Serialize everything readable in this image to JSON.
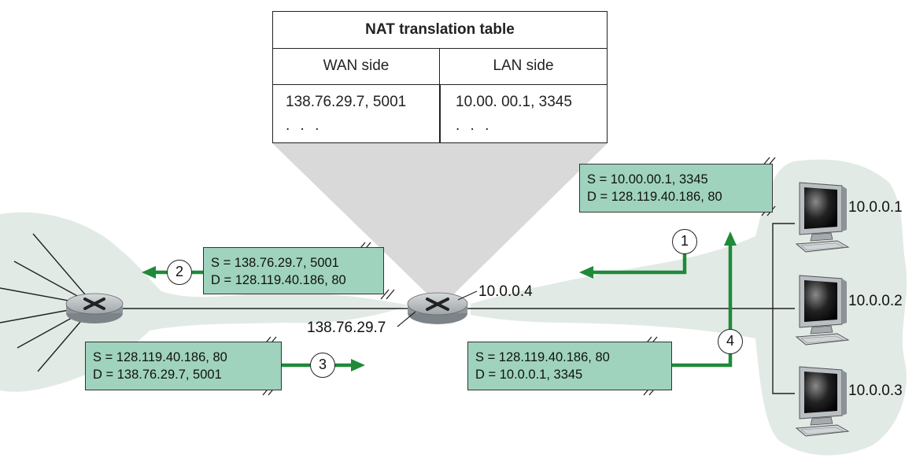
{
  "nat_table": {
    "title": "NAT translation table",
    "wan_header": "WAN side",
    "lan_header": "LAN side",
    "rows": [
      {
        "wan": "138.76.29.7, 5001",
        "lan": "10.00. 00.1, 3345"
      },
      {
        "wan": ". . .",
        "lan": ". . ."
      }
    ]
  },
  "packets": {
    "p1": {
      "src": "S = 10.00.00.1, 3345",
      "dst": "D = 128.119.40.186, 80"
    },
    "p2": {
      "src": "S = 138.76.29.7, 5001",
      "dst": "D = 128.119.40.186, 80"
    },
    "p3": {
      "src": "S = 128.119.40.186, 80",
      "dst": "D = 138.76.29.7, 5001"
    },
    "p4": {
      "src": "S = 128.119.40.186, 80",
      "dst": "D = 10.0.0.1, 3345"
    }
  },
  "steps": [
    "1",
    "2",
    "3",
    "4"
  ],
  "router": {
    "wan_ip": "138.76.29.7",
    "lan_ip": "10.0.0.4"
  },
  "hosts": [
    "10.0.0.1",
    "10.0.0.2",
    "10.0.0.3"
  ],
  "colors": {
    "packet_fill": "#9fd3bd",
    "arrow": "#1f8a3a",
    "network_bg": "#dfe8e4",
    "router": "#a8aeb2"
  }
}
